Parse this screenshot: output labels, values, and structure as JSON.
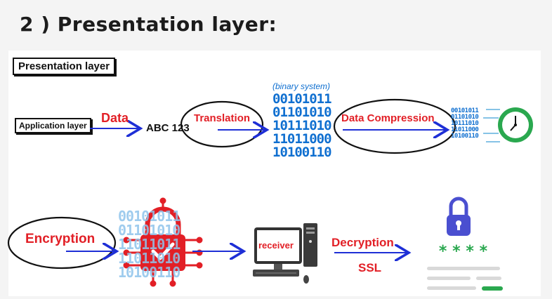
{
  "heading": "2 ) Presentation layer:",
  "diagram": {
    "presentation_box": "Presentation layer",
    "application_box": "Application layer",
    "data_label": "Data",
    "abc_text": "ABC 123",
    "translation_label": "Translation",
    "binary_caption": "(binary system)",
    "binary_lines": [
      "00101011",
      "01101010",
      "10111010",
      "11011000",
      "10100110"
    ],
    "compression_label": "Data Compression",
    "compressed_lines": [
      "00101011",
      "01101010",
      "10111010",
      "11011000",
      "10100110"
    ],
    "encryption_label": "Encryption",
    "encrypted_lines": [
      "00101011",
      "01101010",
      "11011011",
      "11011010",
      "10100110"
    ],
    "receiver_label": "receiver",
    "decryption_label": "Decryption",
    "ssl_label": "SSL",
    "password_mask": "****"
  },
  "colors": {
    "red": "#e21f26",
    "blue": "#0f6fd0",
    "arrow": "#1e2fd6",
    "green": "#2aa84f",
    "lock": "#4a4fd0"
  }
}
